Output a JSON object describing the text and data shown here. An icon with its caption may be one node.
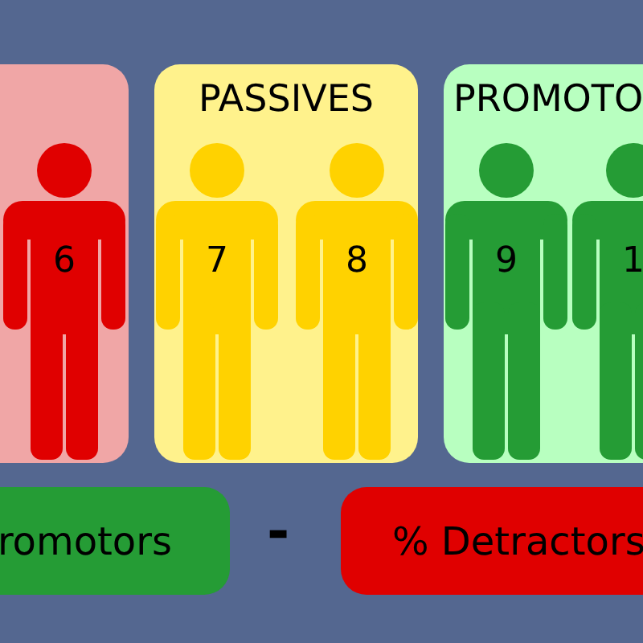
{
  "diagram": {
    "nodes": [
      {
        "text": [],
        "shape": "box"
      },
      {
        "text": [
          "6"
        ],
        "in": 0
      },
      {
        "text": [
          "PASSIVES"
        ]
      },
      {
        "text": [
          "7"
        ],
        "in": 2
      },
      {
        "text": [
          "8"
        ],
        "in": 2
      },
      {
        "text": [
          "PROMOTO"
        ]
      },
      {
        "text": [
          "9"
        ],
        "in": 5
      },
      {
        "text": [
          "1"
        ],
        "in": 5
      },
      {
        "text": [
          "romotors"
        ]
      },
      {
        "text": [
          "% Detractors"
        ]
      }
    ],
    "edges": [],
    "labels": [
      "-"
    ]
  }
}
